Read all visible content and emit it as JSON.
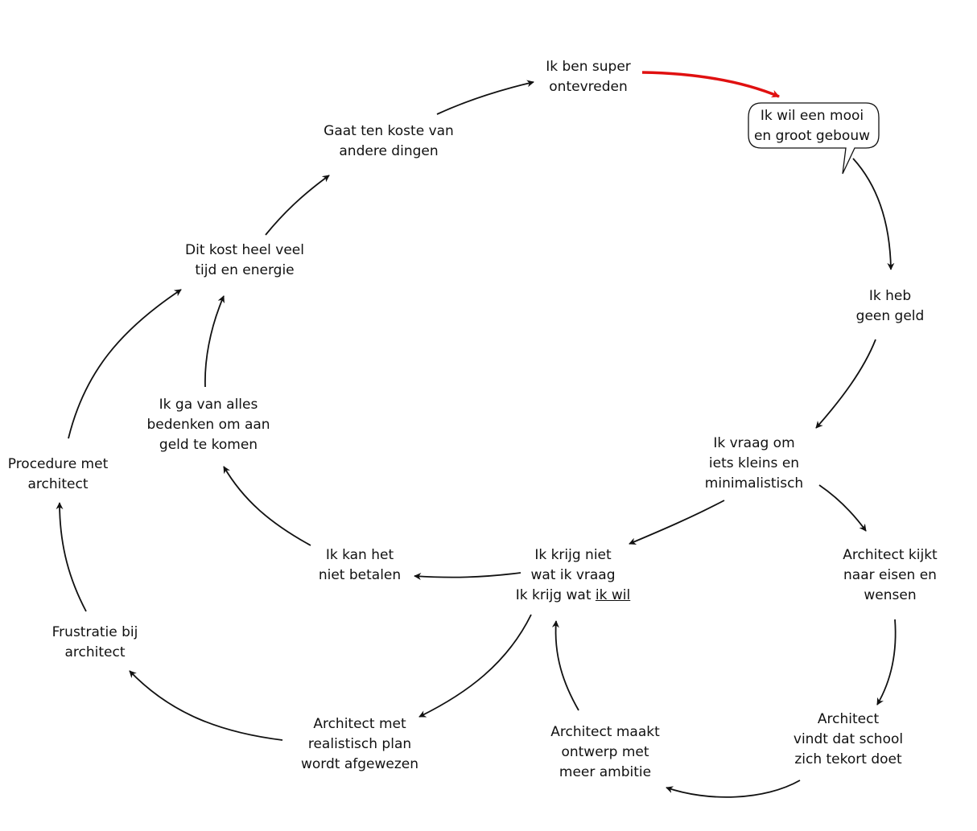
{
  "colors": {
    "arrow": "#111111",
    "highlight_arrow": "#e01010",
    "text": "#111111"
  },
  "nodes": {
    "super_ontevreden": [
      "Ik ben super",
      "ontevreden"
    ],
    "wil_mooi_gebouw": [
      "Ik wil een mooi",
      "en groot gebouw"
    ],
    "geen_geld": [
      "Ik heb",
      "geen geld"
    ],
    "vraag_klein": [
      "Ik vraag om",
      "iets kleins en",
      "minimalistisch"
    ],
    "architect_kijkt": [
      "Architect kijkt",
      "naar eisen en",
      "wensen"
    ],
    "school_tekort": [
      "Architect",
      "vindt dat school",
      "zich tekort doet"
    ],
    "meer_ambitie": [
      "Architect maakt",
      "ontwerp met",
      "meer ambitie"
    ],
    "krijg_niet": {
      "line1": "Ik krijg niet",
      "line2": "wat ik vraag",
      "line3_prefix": "Ik krijg wat ",
      "line3_underlined": "ik wil"
    },
    "kan_niet_betalen": [
      "Ik kan het",
      "niet betalen"
    ],
    "realistisch_plan": [
      "Architect met",
      "realistisch plan",
      "wordt afgewezen"
    ],
    "frustratie": [
      "Frustratie bij",
      "architect"
    ],
    "procedure": [
      "Procedure met",
      "architect"
    ],
    "bedenken": [
      "Ik ga van alles",
      "bedenken om aan",
      "geld te komen"
    ],
    "tijd_energie": [
      "Dit kost heel veel",
      "tijd en energie"
    ],
    "koste_van": [
      "Gaat ten koste van",
      "andere dingen"
    ]
  }
}
